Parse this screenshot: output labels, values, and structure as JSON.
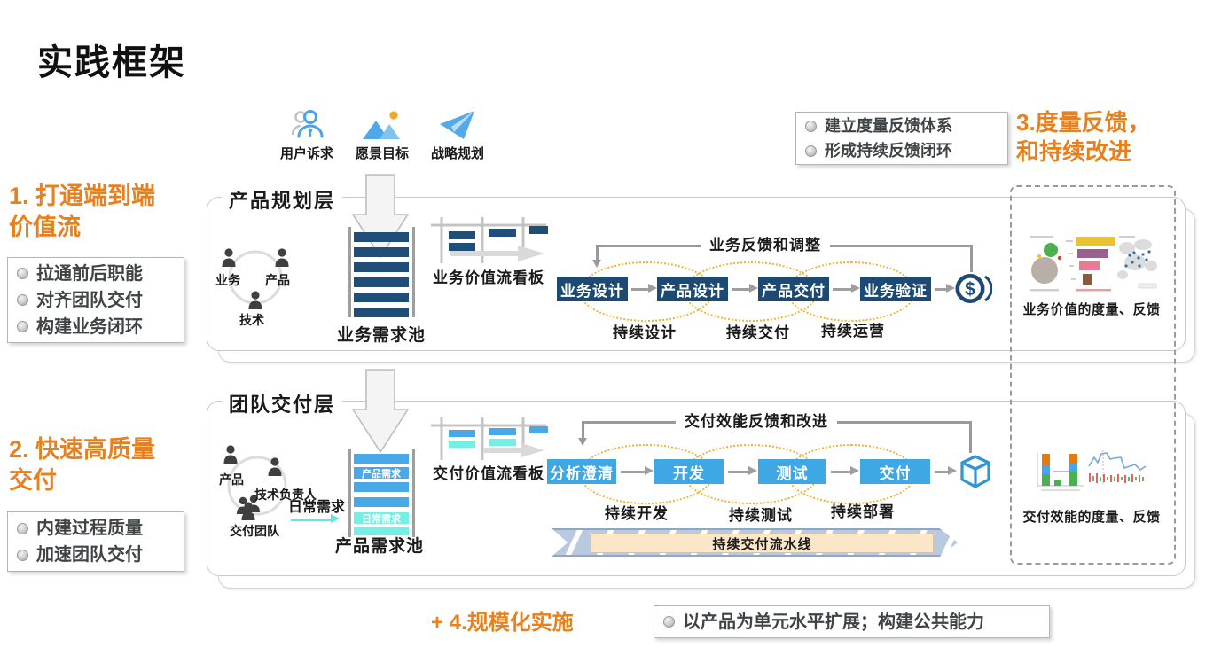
{
  "title": "实践框架",
  "colors": {
    "accent_orange": "#E8801E",
    "navy": "#1D4A73",
    "blue": "#3FA7E3",
    "cyan": "#5FE8DB",
    "loop_gold": "#F0B232",
    "pipeline_cream": "#FBE7C7",
    "pipeline_steel": "#B9C9DF",
    "note_text": "#3F4345"
  },
  "inputs": [
    {
      "icon": "users-icon",
      "label": "用户诉求"
    },
    {
      "icon": "mountain-sun-icon",
      "label": "愿景目标"
    },
    {
      "icon": "paper-plane-icon",
      "label": "战略规划"
    }
  ],
  "notes": {
    "note1": {
      "line1": "1. 打通端到端",
      "line2": "价值流",
      "items": [
        "拉通前后职能",
        "对齐团队交付",
        "构建业务闭环"
      ]
    },
    "note2": {
      "line1": "2. 快速高质量",
      "line2": "交付",
      "items": [
        "内建过程质量",
        "加速团队交付"
      ]
    },
    "note3": {
      "line1": "3.度量反馈，",
      "line2": "和持续改进",
      "items": [
        "建立度量反馈体系",
        "形成持续反馈闭环"
      ]
    },
    "note4": {
      "heading": "+ 4.规模化实施",
      "items": [
        "以产品为单元水平扩展；构建公共能力"
      ]
    }
  },
  "band1": {
    "label": "产品规划层",
    "team": {
      "members": [
        "业务",
        "产品",
        "技术"
      ]
    },
    "pool_label": "业务需求池",
    "kanban_label": "业务价值流看板",
    "feedback_label": "业务反馈和调整",
    "steps": [
      "业务设计",
      "产品设计",
      "产品交付",
      "业务验证"
    ],
    "loops": [
      "持续设计",
      "持续交付",
      "持续运营"
    ],
    "end_icon": "dollar-coin-icon"
  },
  "band2": {
    "label": "团队交付层",
    "team": {
      "members": [
        "产品",
        "技术负责人",
        "交付团队"
      ]
    },
    "daily_requirement_label": "日常需求",
    "pool_label": "产品需求池",
    "pool_bar_labels": [
      "产品需求",
      "日常需求"
    ],
    "kanban_label": "交付价值流看板",
    "feedback_label": "交付效能反馈和改进",
    "steps": [
      "分析澄清",
      "开发",
      "测试",
      "交付"
    ],
    "loops": [
      "持续开发",
      "持续测试",
      "持续部署"
    ],
    "pipeline_label": "持续交付流水线",
    "end_icon": "cube-icon"
  },
  "measures": {
    "business": "业务价值的度量、反馈",
    "delivery": "交付效能的度量、反馈"
  }
}
